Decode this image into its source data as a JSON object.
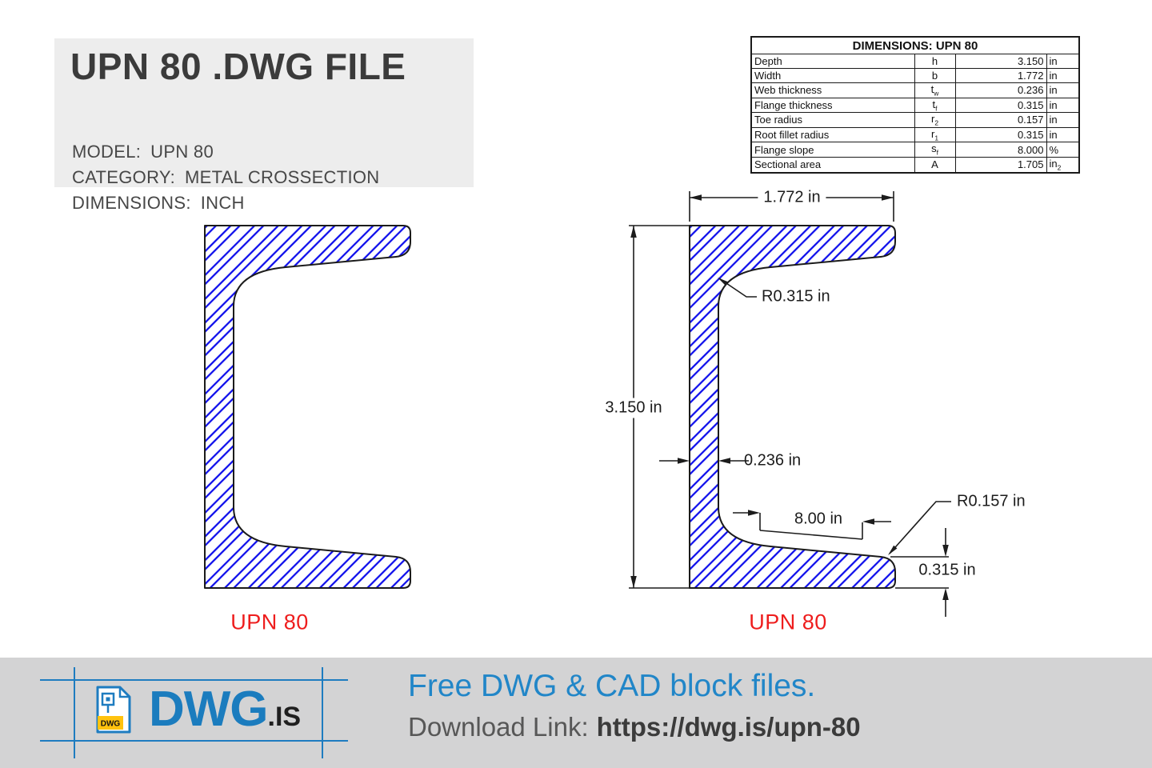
{
  "header": {
    "title": "UPN 80 .DWG FILE",
    "info": [
      {
        "label": "MODEL:",
        "value": "UPN 80"
      },
      {
        "label": "CATEGORY:",
        "value": "METAL CROSSECTION"
      },
      {
        "label": "DIMENSIONS:",
        "value": "INCH"
      }
    ]
  },
  "table": {
    "title": "DIMENSIONS: UPN 80",
    "rows": [
      {
        "name": "Depth",
        "sym": "h",
        "sub": "",
        "value": "3.150",
        "unit": "in",
        "unit_sub": ""
      },
      {
        "name": "Width",
        "sym": "b",
        "sub": "",
        "value": "1.772",
        "unit": "in",
        "unit_sub": ""
      },
      {
        "name": "Web thickness",
        "sym": "t",
        "sub": "w",
        "value": "0.236",
        "unit": "in",
        "unit_sub": ""
      },
      {
        "name": "Flange thickness",
        "sym": "t",
        "sub": "f",
        "value": "0.315",
        "unit": "in",
        "unit_sub": ""
      },
      {
        "name": "Toe radius",
        "sym": "r",
        "sub": "2",
        "value": "0.157",
        "unit": "in",
        "unit_sub": ""
      },
      {
        "name": "Root fillet radius",
        "sym": "r",
        "sub": "1",
        "value": "0.315",
        "unit": "in",
        "unit_sub": ""
      },
      {
        "name": "Flange slope",
        "sym": "s",
        "sub": "f",
        "value": "8.000",
        "unit": "%",
        "unit_sub": ""
      },
      {
        "name": "Sectional area",
        "sym": "A",
        "sub": "",
        "value": "1.705",
        "unit": "in",
        "unit_sub": "2"
      }
    ]
  },
  "drawing": {
    "label_left": "UPN 80",
    "label_right": "UPN 80",
    "dims": {
      "width": "1.772 in",
      "depth": "3.150 in",
      "root_radius": "R0.315 in",
      "web_thickness": "0.236 in",
      "flange_slope": "8.00 in",
      "toe_radius": "R0.157 in",
      "flange_thickness": "0.315 in"
    },
    "colors": {
      "hatch_blue": "#0d0deb",
      "outline": "#1b1b1b",
      "label_red": "#ee1d1d"
    }
  },
  "footer": {
    "logo_text": "DWG",
    "logo_suffix": ".IS",
    "logo_icon_label": "DWG",
    "tagline": "Free DWG & CAD block files.",
    "download_label": "Download Link:",
    "download_url": "https://dwg.is/upn-80",
    "colors": {
      "brand_blue": "#1e7cc0",
      "tagline_blue": "#2186c8",
      "footer_gray": "#d3d3d4"
    }
  }
}
